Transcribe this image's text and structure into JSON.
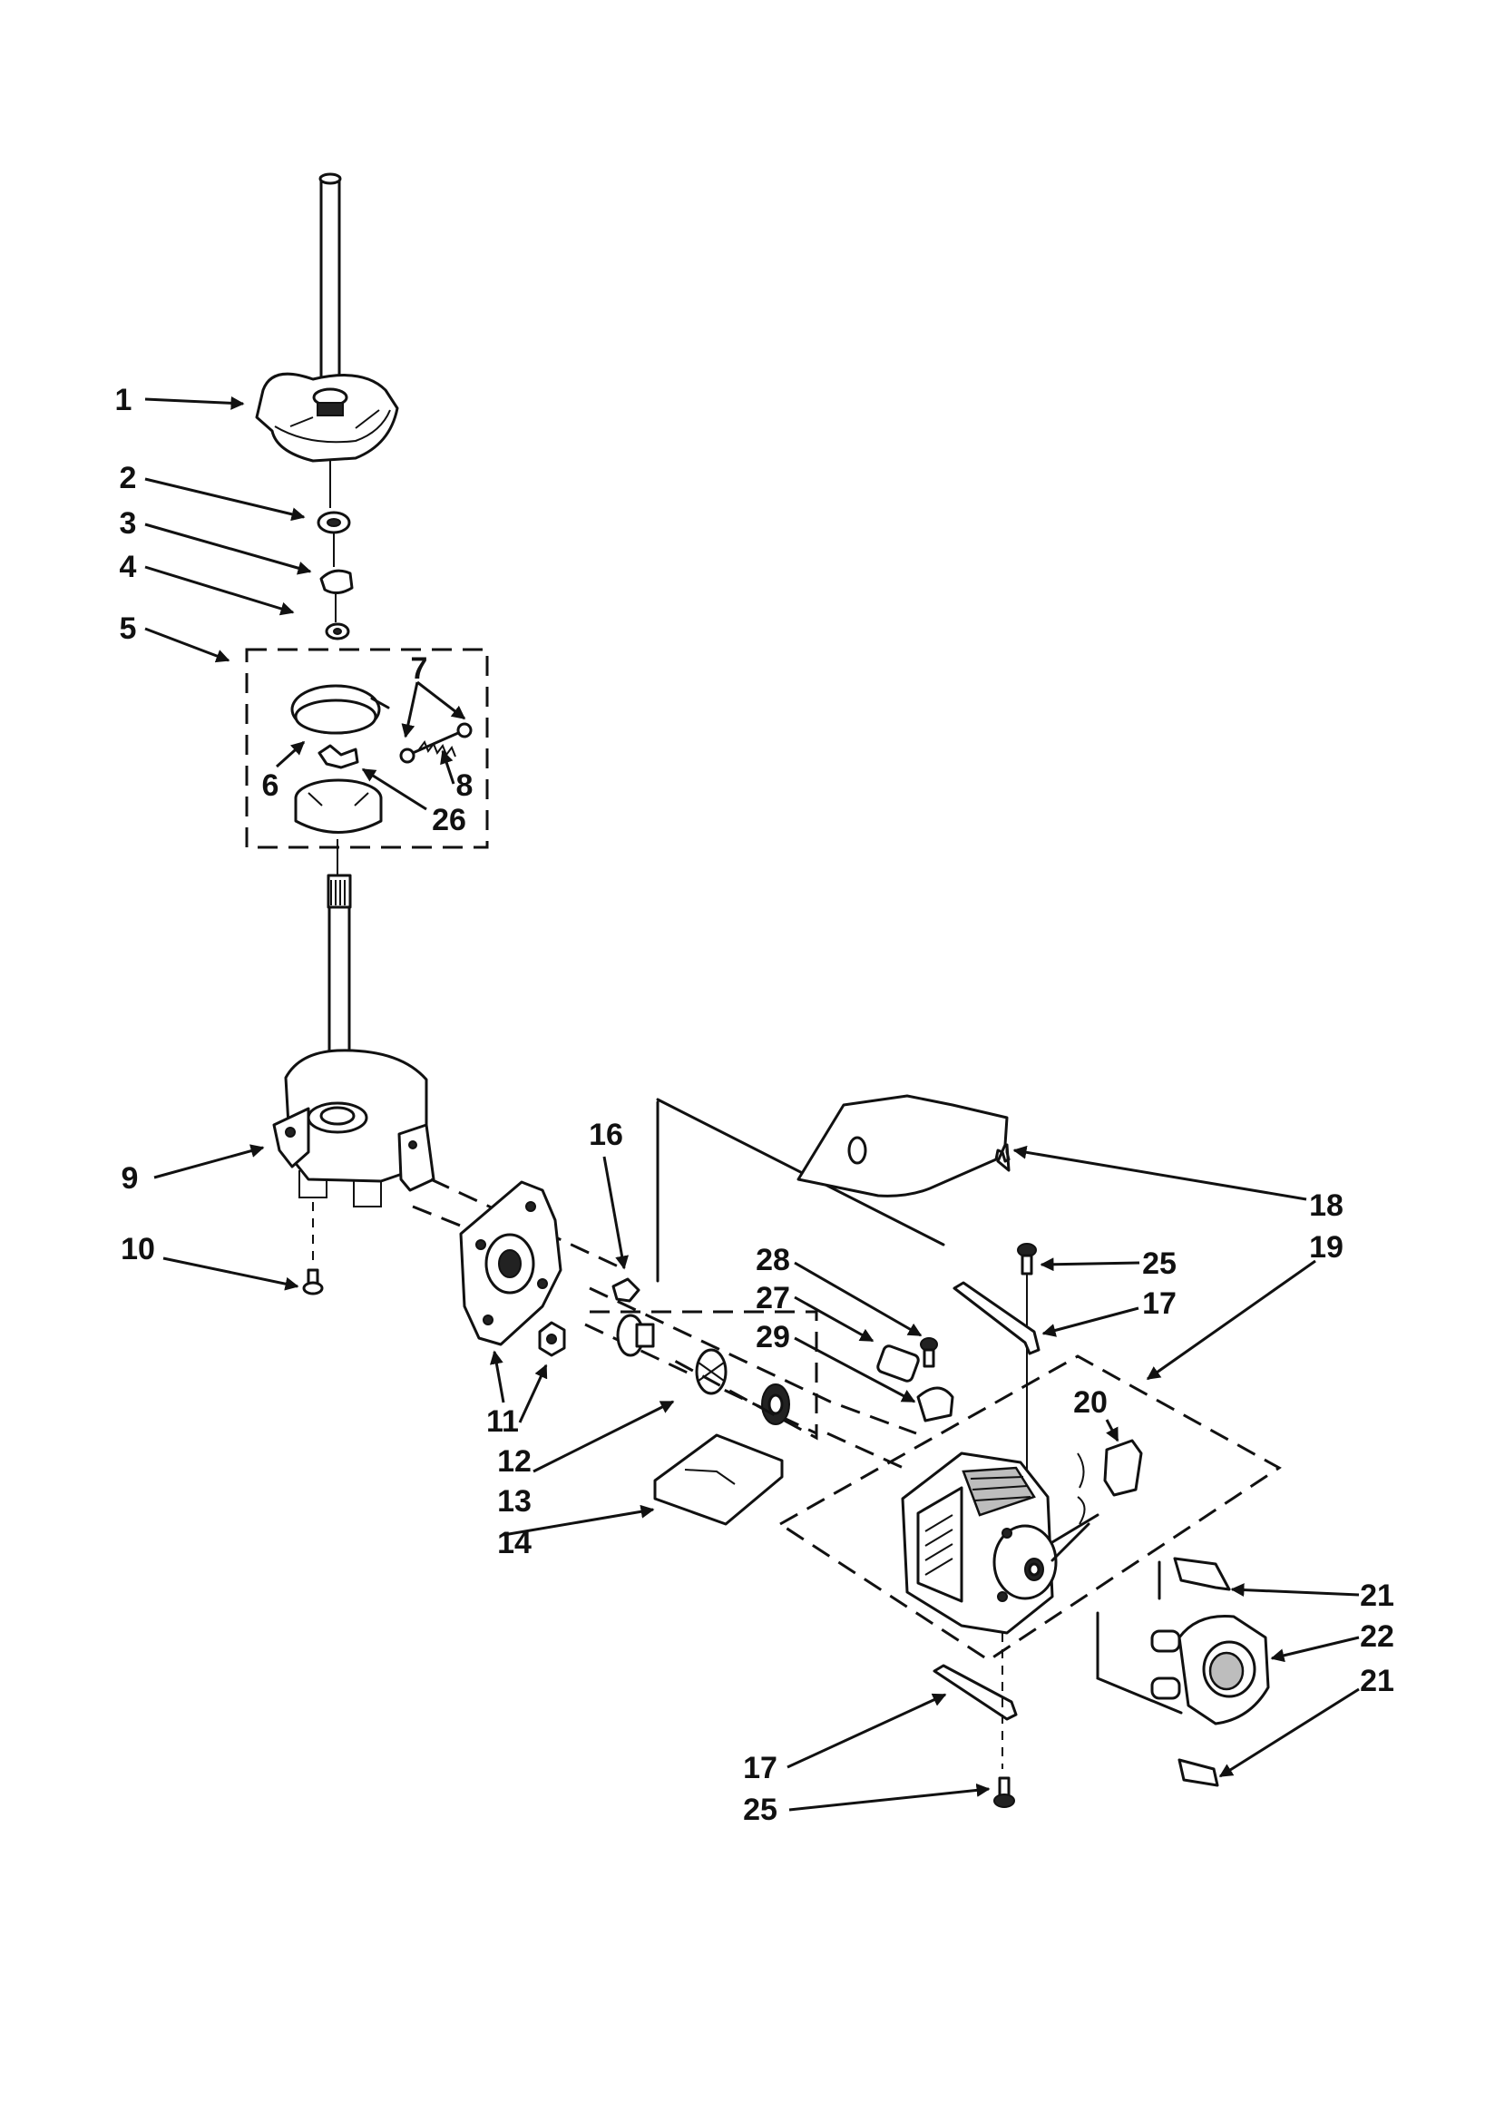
{
  "diagram": {
    "callouts": [
      {
        "id": "c1",
        "label": "1"
      },
      {
        "id": "c2",
        "label": "2"
      },
      {
        "id": "c3",
        "label": "3"
      },
      {
        "id": "c4",
        "label": "4"
      },
      {
        "id": "c5",
        "label": "5"
      },
      {
        "id": "c6",
        "label": "6"
      },
      {
        "id": "c7",
        "label": "7"
      },
      {
        "id": "c8",
        "label": "8"
      },
      {
        "id": "c26",
        "label": "26"
      },
      {
        "id": "c9",
        "label": "9"
      },
      {
        "id": "c10",
        "label": "10"
      },
      {
        "id": "c16",
        "label": "16"
      },
      {
        "id": "c11",
        "label": "11"
      },
      {
        "id": "c12",
        "label": "12"
      },
      {
        "id": "c13",
        "label": "13"
      },
      {
        "id": "c14",
        "label": "14"
      },
      {
        "id": "c18",
        "label": "18"
      },
      {
        "id": "c19",
        "label": "19"
      },
      {
        "id": "c25a",
        "label": "25"
      },
      {
        "id": "c28",
        "label": "28"
      },
      {
        "id": "c27",
        "label": "27"
      },
      {
        "id": "c29",
        "label": "29"
      },
      {
        "id": "c17a",
        "label": "17"
      },
      {
        "id": "c20",
        "label": "20"
      },
      {
        "id": "c21a",
        "label": "21"
      },
      {
        "id": "c22",
        "label": "22"
      },
      {
        "id": "c21b",
        "label": "21"
      },
      {
        "id": "c17b",
        "label": "17"
      },
      {
        "id": "c25b",
        "label": "25"
      }
    ]
  }
}
